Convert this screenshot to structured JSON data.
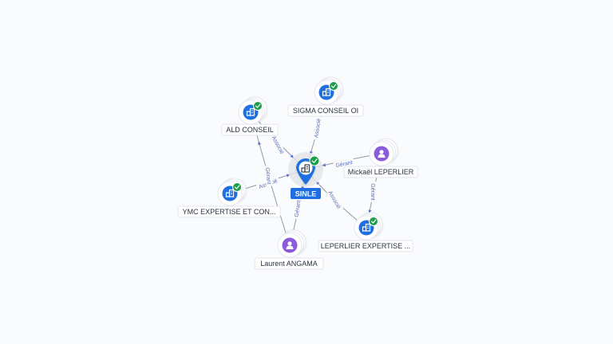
{
  "colors": {
    "company": "#1f6fe0",
    "person": "#8a5cdb",
    "check": "#1e9e4a",
    "edge": "#8e9aab",
    "edge_label": "#5b6fb8"
  },
  "center": {
    "label": "SINLE",
    "icon": "building-icon",
    "status_icon": "check-icon"
  },
  "nodes": [
    {
      "id": "ald",
      "label": "ALD CONSEIL",
      "kind": "company",
      "icon": "building-icon"
    },
    {
      "id": "sigma",
      "label": "SIGMA CONSEIL OI",
      "kind": "company",
      "icon": "building-icon"
    },
    {
      "id": "mickael",
      "label": "Mickaël LEPERLIER",
      "kind": "person",
      "icon": "person-icon"
    },
    {
      "id": "ymc",
      "label": "YMC EXPERTISE ET CON...",
      "kind": "company",
      "icon": "building-icon"
    },
    {
      "id": "leperlier",
      "label": "LEPERLIER EXPERTISE ...",
      "kind": "company",
      "icon": "building-icon"
    },
    {
      "id": "laurent",
      "label": "Laurent ANGAMA",
      "kind": "person",
      "icon": "person-icon"
    }
  ],
  "edges": [
    {
      "from": "ald",
      "to": "center",
      "label": "Associé"
    },
    {
      "from": "sigma",
      "to": "center",
      "label": "Associé"
    },
    {
      "from": "mickael",
      "to": "center",
      "label": "Gérant"
    },
    {
      "from": "ymc",
      "to": "center",
      "label": "Associé"
    },
    {
      "from": "leperlier",
      "to": "center",
      "label": "Associé"
    },
    {
      "from": "laurent",
      "to": "center",
      "label": "Gérant"
    },
    {
      "from": "laurent",
      "to": "ald",
      "label": "Gérant"
    },
    {
      "from": "mickael",
      "to": "leperlier",
      "label": "Gérant"
    }
  ]
}
